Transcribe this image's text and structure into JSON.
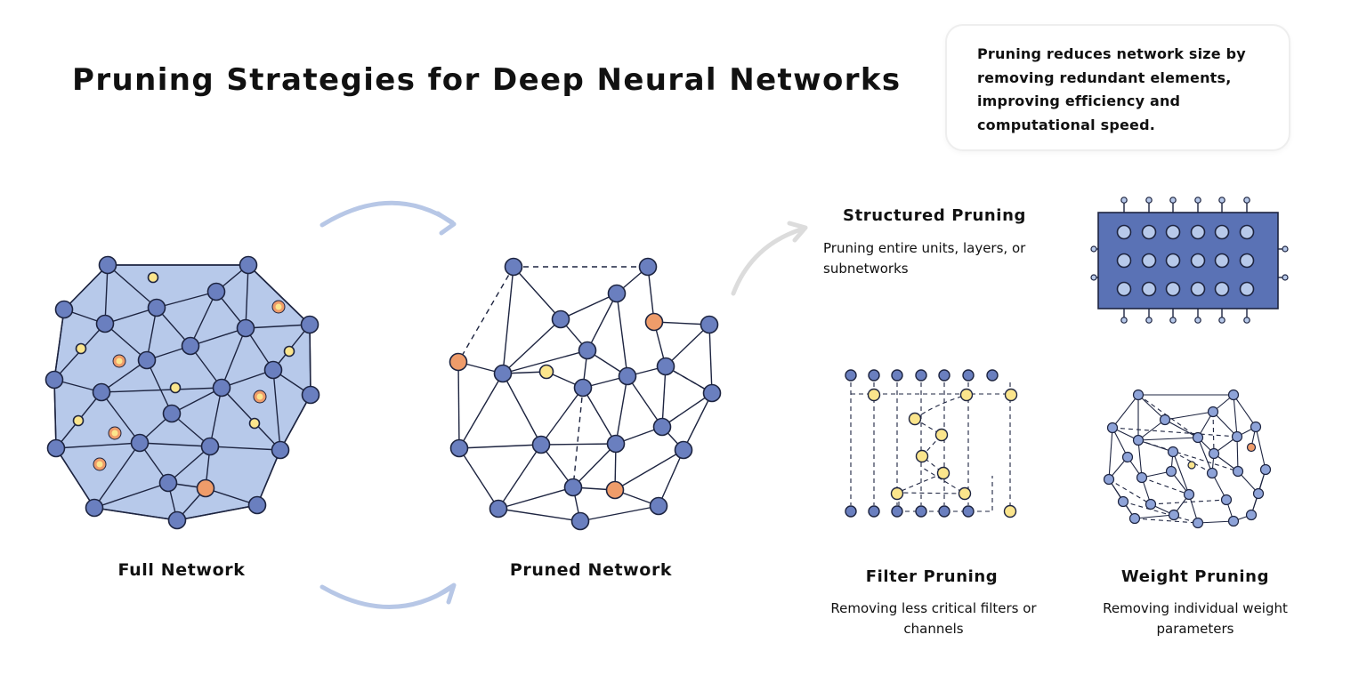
{
  "title": "Pruning Strategies for Deep Neural Networks",
  "callout": "Pruning reduces network size by removing redundant elements, improving efficiency and computational speed.",
  "labels": {
    "full": "Full Network",
    "pruned": "Pruned Network"
  },
  "strategies": [
    {
      "name": "Structured Pruning",
      "desc": "Pruning entire units, layers, or subnetworks"
    },
    {
      "name": "Filter Pruning",
      "desc": "Removing less critical filters or channels"
    },
    {
      "name": "Weight Pruning",
      "desc": "Removing individual weight parameters"
    }
  ],
  "colors": {
    "node_blue": "#6a7fbf",
    "node_yellow": "#fbe58c",
    "node_orange": "#ef9c6a",
    "fill_light_blue": "#b7c9ea",
    "block_blue": "#5a72b5",
    "arrow_blue": "#b7c7e6",
    "arrow_gray": "#dcdcdc",
    "stroke": "#1d2440"
  }
}
